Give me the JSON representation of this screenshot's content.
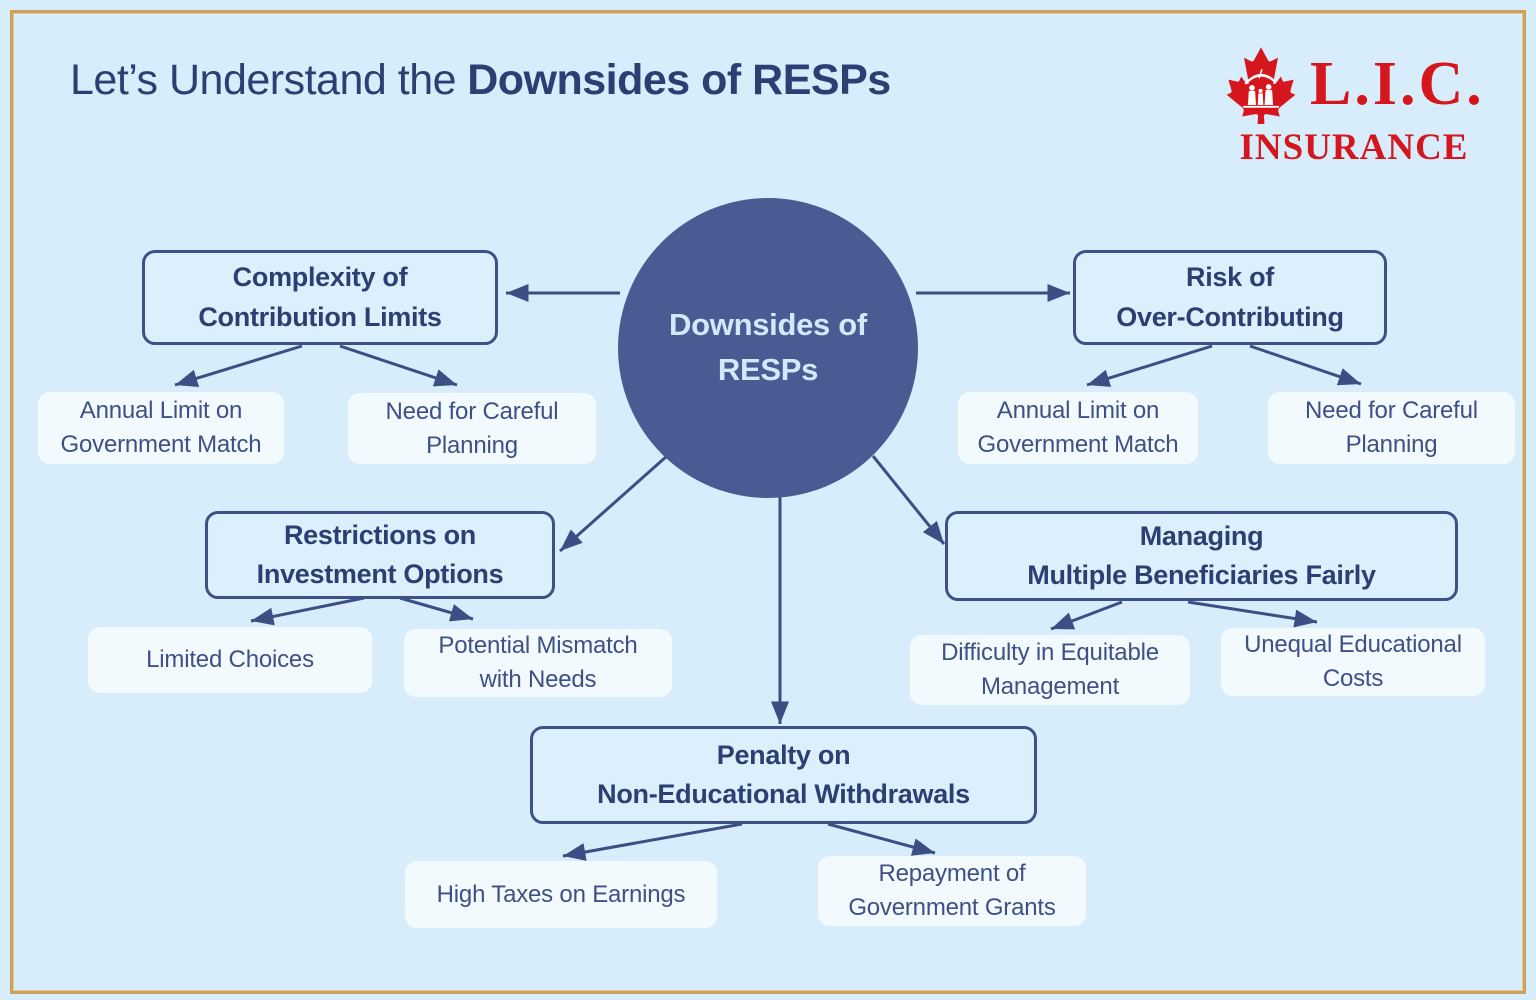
{
  "page": {
    "title_prefix": "Let’s Understand the",
    "title_bold": "Downsides of RESPs"
  },
  "logo": {
    "name": "L.I.C.",
    "subtitle": "INSURANCE",
    "brand_color": "#d6161d",
    "icon": "maple-leaf-family-icon"
  },
  "colors": {
    "background": "#d7edfc",
    "frame_gold": "#c9a25e",
    "navy_text": "#2c3e72",
    "circle_fill": "#4a5b94",
    "circle_text": "#d3e9fb",
    "box_fill": "#dceffd",
    "box_border": "#3e5187",
    "child_fill": "#f3fafd",
    "arrow": "#3c4e84"
  },
  "center": {
    "label": "Downsides of\nRESPs"
  },
  "branches": [
    {
      "label": "Complexity of\nContribution Limits",
      "children": [
        "Annual Limit on\nGovernment Match",
        "Need for Careful\nPlanning"
      ]
    },
    {
      "label": "Risk of\nOver-Contributing",
      "children": [
        "Annual Limit on\nGovernment Match",
        "Need for Careful\nPlanning"
      ]
    },
    {
      "label": "Restrictions on\nInvestment Options",
      "children": [
        "Limited Choices",
        "Potential Mismatch\nwith Needs"
      ]
    },
    {
      "label": "Managing\nMultiple Beneficiaries Fairly",
      "children": [
        "Difficulty in Equitable\nManagement",
        "Unequal Educational\nCosts"
      ]
    },
    {
      "label": "Penalty on\nNon-Educational Withdrawals",
      "children": [
        "High Taxes on Earnings",
        "Repayment of\nGovernment Grants"
      ]
    }
  ]
}
